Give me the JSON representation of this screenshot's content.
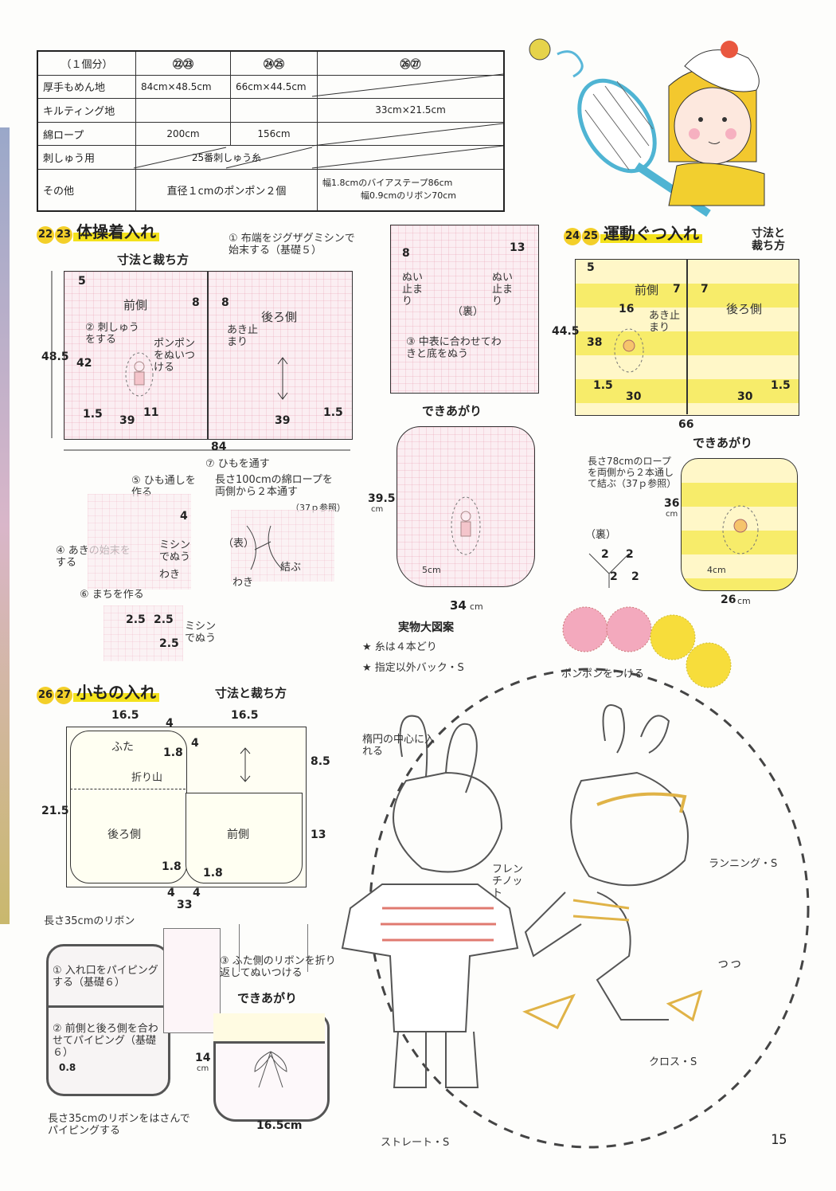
{
  "materials_table": {
    "header": [
      "（１個分）",
      "㉒㉓",
      "㉔㉕",
      "㉖㉗"
    ],
    "rows": [
      {
        "label": "厚手もめん地",
        "c1": "84cm×48.5cm",
        "c2": "66cm×44.5cm",
        "c3": ""
      },
      {
        "label": "キルティング地",
        "c1": "",
        "c2": "",
        "c3": "33cm×21.5cm"
      },
      {
        "label": "綿ロープ",
        "c1": "200cm",
        "c2": "156cm",
        "c3": ""
      },
      {
        "label": "刺しゅう用",
        "c12": "25番刺しゅう糸",
        "c3": ""
      },
      {
        "label": "その他",
        "c12": "直径１cmのポンポン２個",
        "c3a": "幅1.8cmのバイアステープ86cm",
        "c3b": "幅0.9cmのリボン70cm"
      }
    ]
  },
  "section_gym": {
    "nums": [
      "22",
      "23"
    ],
    "title": "体操着入れ",
    "subtitle": "寸法と裁ち方",
    "note1": "① 布端をジグザグミシンで始末する（基礎５）",
    "labels": {
      "front": "前側",
      "back": "後ろ側",
      "embroider": "② 刺しゅうをする",
      "pompom": "ポンポンをぬいつける",
      "opening": "あき止まり"
    },
    "dims": {
      "h": "48.5",
      "w": "84",
      "w1": "39",
      "w2": "39",
      "d5": "5",
      "d42": "42",
      "d8a": "8",
      "d8b": "8",
      "d11": "11",
      "d15a": "1.5",
      "d15b": "1.5"
    },
    "steps": {
      "s5": "⑤ ひも通しを作る",
      "s4": "④ あきの始末をする",
      "s6": "⑥ まちを作る",
      "s7": "⑦ ひもを通す",
      "s7note": "長さ100cmの綿ロープを両側から２本通す",
      "ref37": "（37ｐ参照）",
      "sewn": "ミシンでぬう",
      "side": "わき",
      "tie": "結ぶ",
      "ura": "（表）",
      "four": "4",
      "d25a": "2.5",
      "d25b": "2.5",
      "d25c": "2.5",
      "sewn2": "ミシンでぬう"
    },
    "inside": {
      "d8": "8",
      "d13": "13",
      "nuidomari1": "ぬい止まり",
      "nuidomari2": "ぬい止まり",
      "ura": "（裏）",
      "s3": "③ 中表に合わせてわきと底をぬう"
    },
    "finished": {
      "label": "できあがり",
      "h": "39.5",
      "unit": "cm",
      "w": "34",
      "wunit": "cm",
      "gusset": "5cm"
    }
  },
  "embroidery_notes": {
    "title": "実物大図案",
    "n1": "★ 糸は４本どり",
    "n2": "★ 指定以外バック・S"
  },
  "section_shoes": {
    "nums": [
      "24",
      "25"
    ],
    "title": "運動ぐつ入れ",
    "subtitle": "寸法と裁ち方",
    "labels": {
      "front": "前側",
      "back": "後ろ側",
      "opening": "あき止まり"
    },
    "dims": {
      "h": "44.5",
      "w": "66",
      "w1": "30",
      "w2": "30",
      "d5": "5",
      "d38": "38",
      "d16": "16",
      "d7a": "7",
      "d7b": "7",
      "d15a": "1.5",
      "d15b": "1.5"
    },
    "finished": {
      "label": "できあがり",
      "note": "長さ78cmのロープを両側から２本通して結ぶ（37ｐ参照）",
      "h": "36",
      "unit": "cm",
      "w": "26",
      "wunit": "cm",
      "gusset": "4cm"
    },
    "inset": {
      "ura": "（裏）",
      "a": "2",
      "b": "2",
      "c": "2",
      "d": "2"
    }
  },
  "section_pouch": {
    "nums": [
      "26",
      "27"
    ],
    "title": "小もの入れ",
    "subtitle": "寸法と裁ち方",
    "labels": {
      "flap": "ふた",
      "fold": "折り山",
      "back": "後ろ側",
      "front": "前側"
    },
    "dims": {
      "w1": "16.5",
      "w2": "16.5",
      "h": "21.5",
      "w": "33",
      "d4a": "4",
      "d4b": "4",
      "d18a": "1.8",
      "d18b": "1.8",
      "d18c": "1.8",
      "d85": "8.5",
      "d13": "13",
      "d4c": "4",
      "d4d": "4"
    },
    "steps": {
      "ribbon1": "長さ35cmのリボン",
      "s1": "① 入れ口をパイピングする（基礎６）",
      "s2": "② 前側と後ろ側を合わせてパイピング（基礎６）",
      "d08": "0.8",
      "ribbon2": "長さ35cmのリボンをはさんでパイピングする",
      "s3": "③ ふた側のリボンを折り返してぬいつける"
    },
    "finished": {
      "label": "できあがり",
      "h": "14",
      "unit": "cm",
      "w": "16.5cm"
    }
  },
  "motif_notes": {
    "pompom": "ポンポンをつける",
    "center": "楕円の中心に入れる",
    "french": "フレンチノット",
    "running": "ランニング・S",
    "cross": "クロス・S",
    "straight": "ストレート・S",
    "tsutsu": "っっ"
  },
  "page_number": "15",
  "colors": {
    "yellow_badge": "#f3cf29",
    "pink_fabric": "#fbeef2",
    "yellow_fabric": "#f7ec6a",
    "pompom_pink": "#f3a9bd",
    "pompom_yellow": "#f7dd3b"
  }
}
